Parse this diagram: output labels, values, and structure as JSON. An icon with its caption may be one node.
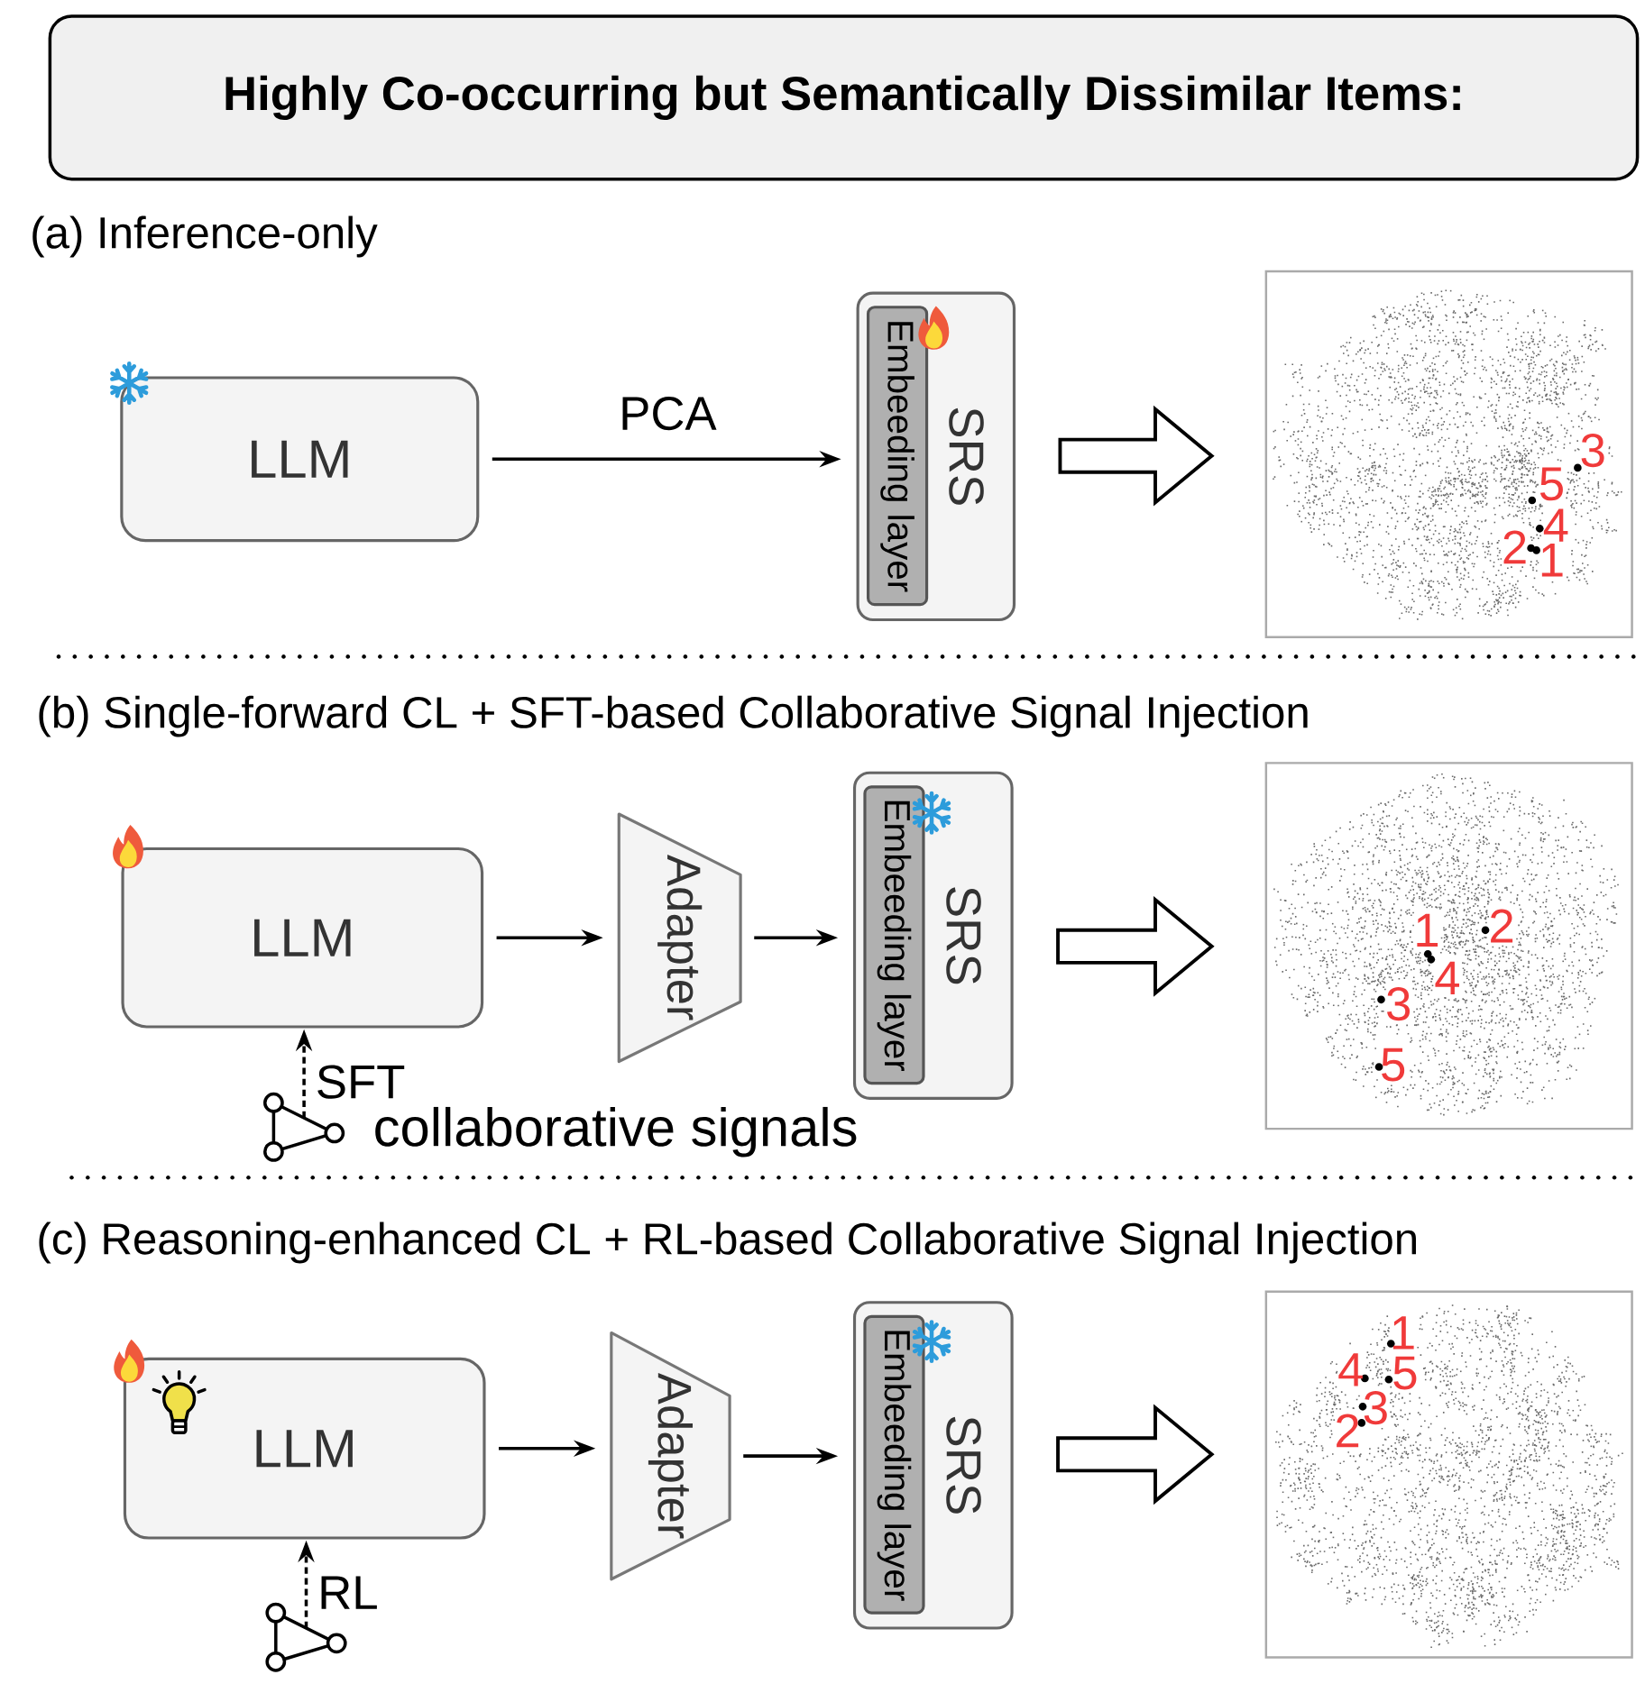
{
  "diagram": {
    "nodes": [
      {
        "text": [
          "Highly Co-occurring but Semantically Dissimilar Items:"
        ]
      },
      {
        "text": [
          "LLM"
        ]
      },
      {
        "text": [
          "SRS"
        ]
      },
      {
        "text": [
          "Embeeding layer"
        ],
        "in": 2
      },
      {
        "text": [],
        "shape": "picture"
      },
      {
        "text": [
          "LLM"
        ]
      },
      {
        "text": [
          "Adapter"
        ]
      },
      {
        "text": [
          "SRS"
        ]
      },
      {
        "text": [
          "Embeeding layer"
        ],
        "in": 7
      },
      {
        "text": [],
        "shape": "picture"
      },
      {
        "text": [],
        "shape": "picture",
        "beside": [
          "collaborative signals"
        ]
      },
      {
        "text": [
          "LLM"
        ]
      },
      {
        "text": [
          "Adapter"
        ]
      },
      {
        "text": [
          "SRS"
        ]
      },
      {
        "text": [
          "Embeeding layer"
        ],
        "in": 13
      },
      {
        "text": [],
        "shape": "picture"
      },
      {
        "text": [],
        "shape": "picture"
      }
    ],
    "edges": [
      {
        "from": 1,
        "to": 2,
        "arrow": "to",
        "label": "PCA"
      },
      {
        "from": 2,
        "to": 4,
        "arrow": "to",
        "style": "thick"
      },
      {
        "from": 5,
        "to": 6,
        "arrow": "to"
      },
      {
        "from": 6,
        "to": 7,
        "arrow": "to"
      },
      {
        "from": 7,
        "to": 9,
        "arrow": "to",
        "style": "thick"
      },
      {
        "from": 10,
        "to": 5,
        "arrow": "to",
        "style": "dashed",
        "label": "SFT"
      },
      {
        "from": 11,
        "to": 12,
        "arrow": "to"
      },
      {
        "from": 12,
        "to": 13,
        "arrow": "to"
      },
      {
        "from": 13,
        "to": 15,
        "arrow": "to",
        "style": "thick"
      },
      {
        "from": 16,
        "to": 11,
        "arrow": "to",
        "style": "dashed",
        "label": "RL"
      }
    ],
    "labels": [
      "(a) Inference-only",
      "3",
      "5",
      "4",
      "2",
      "1",
      "(b) Single-forward CL + SFT-based Collaborative Signal Injection",
      "1",
      "2",
      "4",
      "3",
      "5",
      "(c) Reasoning-enhanced CL + RL-based Collaborative Signal Injection",
      "1",
      "4",
      "5",
      "3",
      "2"
    ]
  }
}
